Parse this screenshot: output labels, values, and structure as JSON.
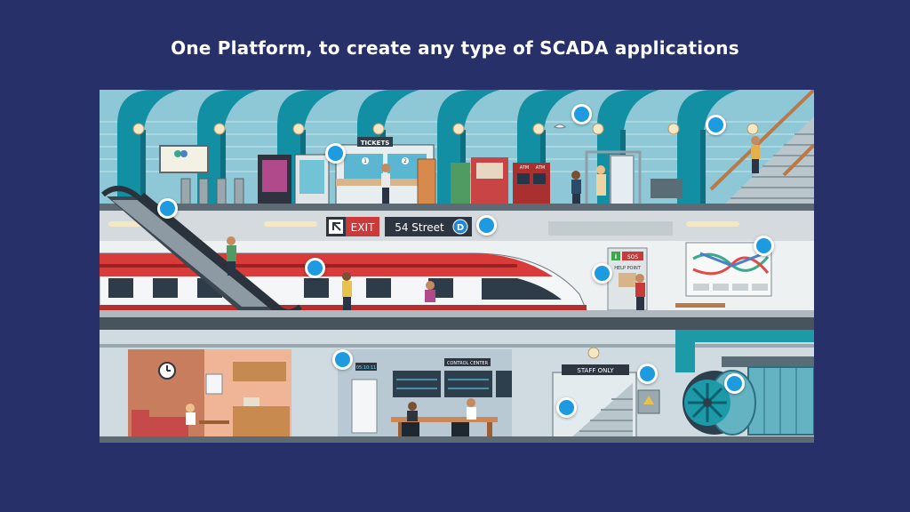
{
  "page": {
    "title": "One Platform, to create any type of SCADA applications"
  },
  "signs": {
    "tickets": "TICKETS",
    "window_1": "1",
    "window_2": "2",
    "exit": "EXIT",
    "street": "54 Street",
    "line_letter": "D",
    "atm_1": "ATM",
    "atm_2": "ATM",
    "help_point": "HELP POINT",
    "sos": "SOS",
    "info": "i",
    "control_center": "CONTROL CENTER",
    "room_clock": "05:10:11",
    "staff_only": "STAFF ONLY"
  },
  "hotspots": [
    {
      "id": "ticket-office"
    },
    {
      "id": "bird"
    },
    {
      "id": "stairway-top"
    },
    {
      "id": "escalator"
    },
    {
      "id": "station-sign"
    },
    {
      "id": "train"
    },
    {
      "id": "help-point"
    },
    {
      "id": "metro-map"
    },
    {
      "id": "control-center"
    },
    {
      "id": "staff-stairs"
    },
    {
      "id": "electrical-panel"
    },
    {
      "id": "ventilation-fan"
    }
  ],
  "colors": {
    "background": "#283069",
    "hotspot": "#1e9be0",
    "ceiling": "#7cbfcf",
    "arch": "#138fa3",
    "train_red": "#d93a3a"
  },
  "icons": {
    "hotspot": "circle-hotspot-icon",
    "exit_arrow": "arrow-up-left-icon"
  }
}
